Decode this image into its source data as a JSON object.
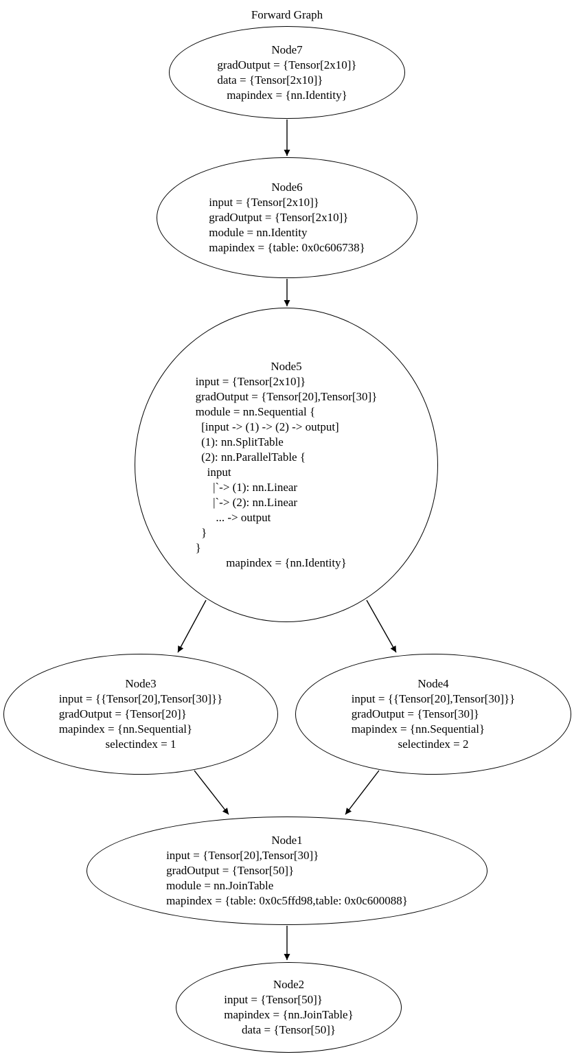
{
  "graph": {
    "title": "Forward Graph",
    "colors": {
      "stroke": "#000000",
      "background": "#ffffff",
      "text": "#000000"
    },
    "nodes": {
      "node7": {
        "title": "Node7",
        "lines": [
          "gradOutput = {Tensor[2x10]}",
          "data = {Tensor[2x10]}"
        ],
        "center_line": "mapindex = {nn.Identity}"
      },
      "node6": {
        "title": "Node6",
        "lines": [
          "input = {Tensor[2x10]}",
          "gradOutput = {Tensor[2x10]}",
          "module = nn.Identity",
          "mapindex = {table: 0x0c606738}"
        ]
      },
      "node5": {
        "title": "Node5",
        "lines": [
          "input = {Tensor[2x10]}",
          "gradOutput = {Tensor[20],Tensor[30]}",
          "module = nn.Sequential {",
          "  [input -> (1) -> (2) -> output]",
          "  (1): nn.SplitTable",
          "  (2): nn.ParallelTable {",
          "    input",
          "      |`-> (1): nn.Linear",
          "      |`-> (2): nn.Linear",
          "       ... -> output",
          "  }",
          "}"
        ],
        "center_line": "mapindex = {nn.Identity}"
      },
      "node3": {
        "title": "Node3",
        "lines": [
          "input = {{Tensor[20],Tensor[30]}}",
          "gradOutput = {Tensor[20]}",
          "mapindex = {nn.Sequential}"
        ],
        "center_line": "selectindex = 1"
      },
      "node4": {
        "title": "Node4",
        "lines": [
          "input = {{Tensor[20],Tensor[30]}}",
          "gradOutput = {Tensor[30]}",
          "mapindex = {nn.Sequential}"
        ],
        "center_line": "selectindex = 2"
      },
      "node1": {
        "title": "Node1",
        "lines": [
          "input = {Tensor[20],Tensor[30]}",
          "gradOutput = {Tensor[50]}",
          "module = nn.JoinTable",
          "mapindex = {table: 0x0c5ffd98,table: 0x0c600088}"
        ]
      },
      "node2": {
        "title": "Node2",
        "lines": [
          "input = {Tensor[50]}",
          "mapindex = {nn.JoinTable}"
        ],
        "center_line": "data = {Tensor[50]}"
      }
    },
    "edges": [
      {
        "from": "Node7",
        "to": "Node6"
      },
      {
        "from": "Node6",
        "to": "Node5"
      },
      {
        "from": "Node5",
        "to": "Node3"
      },
      {
        "from": "Node5",
        "to": "Node4"
      },
      {
        "from": "Node3",
        "to": "Node1"
      },
      {
        "from": "Node4",
        "to": "Node1"
      },
      {
        "from": "Node1",
        "to": "Node2"
      }
    ]
  }
}
